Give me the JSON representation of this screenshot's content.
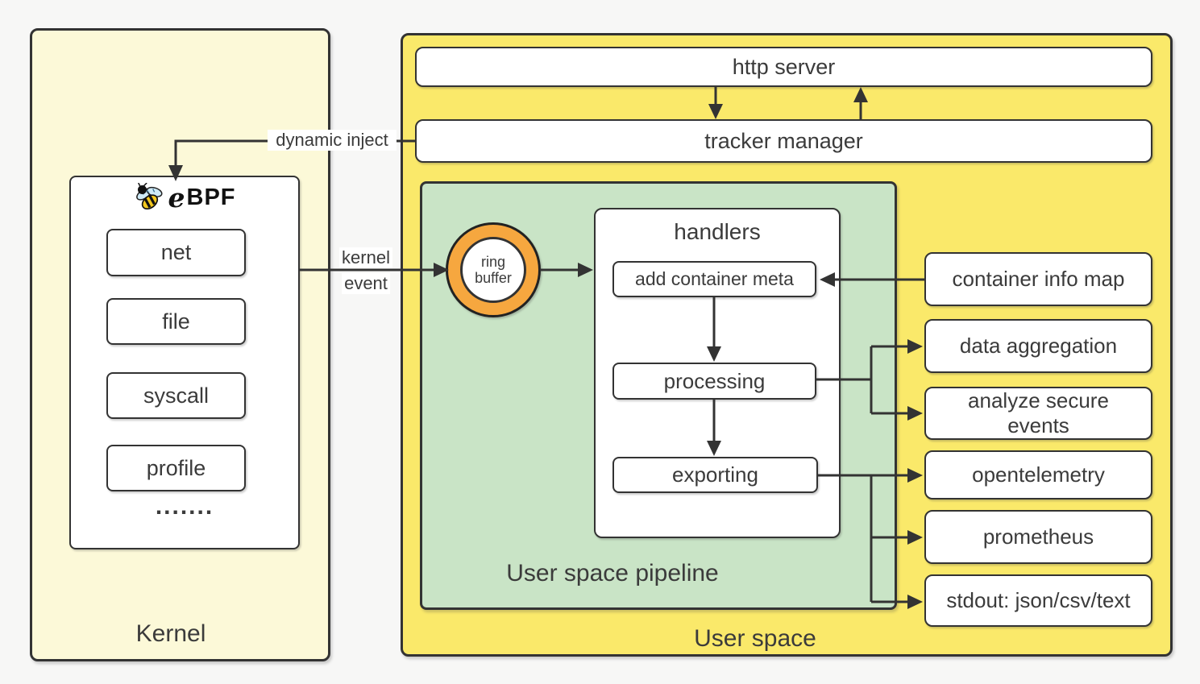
{
  "colors": {
    "page_bg": "#f7f7f6",
    "kernel_bg": "#fcf9d8",
    "user_bg": "#fae96a",
    "pipeline_bg": "#c9e4c6",
    "ring_fill": "#f6a73f",
    "box_bg": "#ffffff",
    "line": "#333333",
    "text": "#3b3b3b"
  },
  "kernel": {
    "label": "Kernel",
    "ebpf": {
      "logo_e": "e",
      "logo_bpf": "BPF",
      "programs": [
        "net",
        "file",
        "syscall",
        "profile"
      ],
      "ellipsis": "......."
    }
  },
  "user_space": {
    "label": "User space",
    "http_server": "http server",
    "tracker_manager": "tracker manager",
    "pipeline": {
      "label": "User space pipeline",
      "ring_buffer": [
        "ring",
        "buffer"
      ],
      "handlers": {
        "title": "handlers",
        "steps": [
          "add container meta",
          "processing",
          "exporting"
        ]
      }
    },
    "outputs": [
      "container info map",
      "data aggregation",
      "analyze secure events",
      "opentelemetry",
      "prometheus",
      "stdout: json/csv/text"
    ]
  },
  "edge_labels": {
    "dynamic_inject": "dynamic inject",
    "kernel_event": [
      "kernel",
      "event"
    ]
  }
}
